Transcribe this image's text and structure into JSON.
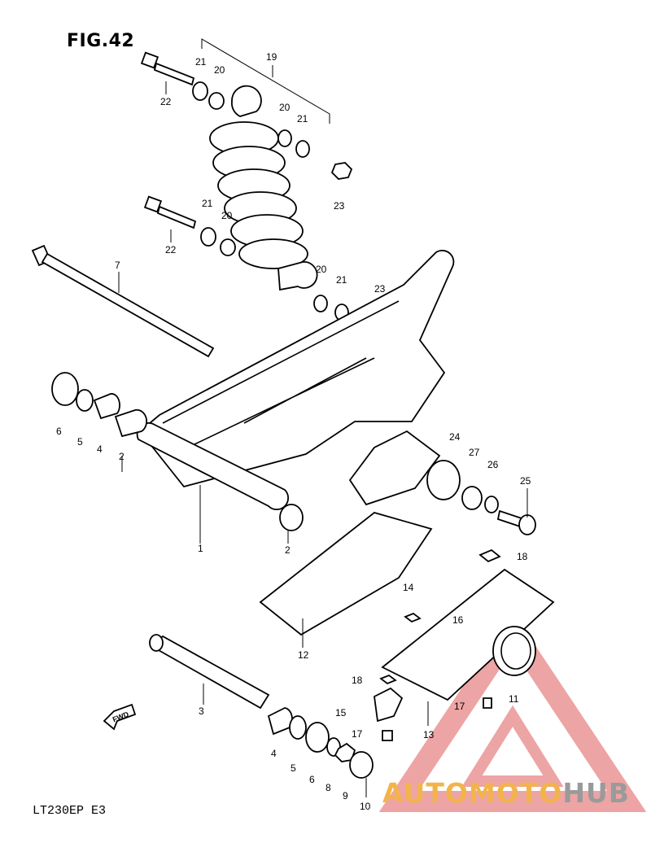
{
  "figure": {
    "title": "FIG.42",
    "model_code": "LT230EP  E3"
  },
  "fwd_label": "FWD",
  "watermark": {
    "part_a": "AUTOMOTO",
    "part_b": "HUB",
    "accent": "#e05a5a",
    "logo_color": "#f2b44a"
  },
  "callouts": {
    "c19": "19",
    "c21a": "21",
    "c20a": "20",
    "c22a": "22",
    "c20b": "20",
    "c21b": "21",
    "c23a": "23",
    "c21c": "21",
    "c20c": "20",
    "c22b": "22",
    "c7": "7",
    "c20d": "20",
    "c21d": "21",
    "c23b": "23",
    "c6a": "6",
    "c5a": "5",
    "c4a": "4",
    "c2a": "2",
    "c24": "24",
    "c27": "27",
    "c26": "26",
    "c25": "25",
    "c1": "1",
    "c2b": "2",
    "c18a": "18",
    "c14": "14",
    "c16": "16",
    "c12": "12",
    "c11": "11",
    "c18b": "18",
    "c17a": "17",
    "c3": "3",
    "c15": "15",
    "c13": "13",
    "c17b": "17",
    "c4b": "4",
    "c5b": "5",
    "c6b": "6",
    "c8": "8",
    "c9": "9",
    "c10": "10"
  }
}
